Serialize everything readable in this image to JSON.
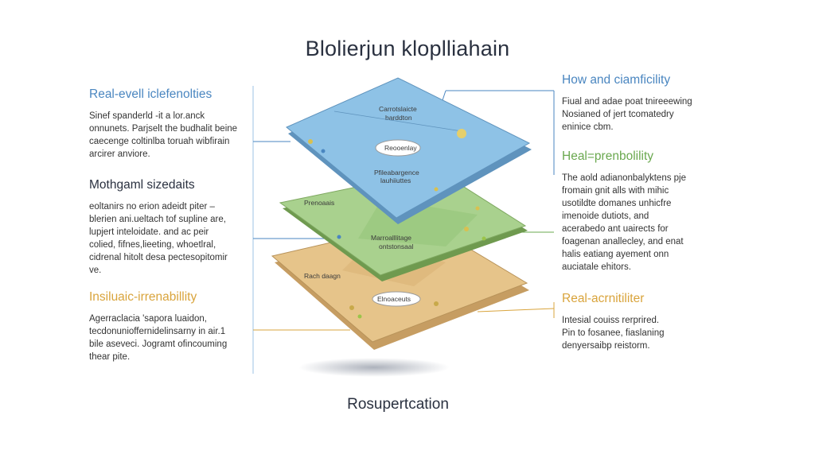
{
  "title": "Blolierjun kloplliahain",
  "footer": "Rosupertcation",
  "colors": {
    "blue_layer": "#8ec2e6",
    "green_layer": "#a9d18e",
    "orange_layer": "#e6c48a",
    "blue_text": "#4a86c0",
    "green_text": "#6aa84f",
    "orange_text": "#d9a43c",
    "dark_text": "#2a3140"
  },
  "left_panels": [
    {
      "heading": "Real-evell iclefenolties",
      "lines": [
        "Sinef spanderld -it a lor.anck",
        "onnunets. Parjselt the budhalit beine",
        "caecenge coltinlba toruah wibfirain",
        "arcirer anviore."
      ]
    },
    {
      "heading": "Mothgaml sizedaits",
      "lines": [
        "eoltanirs no erion adeidt piter –",
        "blerien ani.ueltach tof supline are,",
        "lupjert inteloidate. and ac peir",
        "colied, fifnes,lieeting, whoetlral,",
        "cidrenal hitolt desa pectesopitomir",
        "ve."
      ]
    },
    {
      "heading": "Insiluaic-irrenabillity",
      "lines": [
        "Agerraclacia 'sapora luaidon,",
        "tecdonunioffernidelinsarny in air.1",
        "bile aseveci. Jogramt ofincouming",
        "thear pite."
      ]
    }
  ],
  "right_panels": [
    {
      "heading": "How and ciamficility",
      "lines": [
        "Fiual and adae poat tnireeewing",
        "Nosianed of jert tcomatedry",
        "eninice cbm."
      ]
    },
    {
      "heading": "Heal=prenbolility",
      "lines": [
        "The aold adianonbalyktens pje",
        "fromain gnit alls with mihic",
        "usotildte domanes unhicfre",
        "imenoide dutiots, and",
        "acerabedo ant uairects for",
        "foagenan anallecley, and enat",
        "halis eatiang ayement onn",
        "auciatale ehitors."
      ]
    },
    {
      "heading": "Real-acrnitiliter",
      "lines": [
        "Intesial couiss rerprired.",
        "Pin to fosanee, fiaslaning",
        "denyersaibp reistorm."
      ]
    }
  ],
  "layers": {
    "top": {
      "label_1": "Carrotslaicte",
      "label_2": "barddton",
      "badge": "Reooenlay",
      "label_3": "Pfileabargence",
      "label_4": "lauhiiuttes"
    },
    "middle": {
      "label_1": "Prenoaais",
      "label_2": "Marroalllitage",
      "label_3": "ontstonsaal"
    },
    "bottom": {
      "label_1": "Rach daagn",
      "badge": "Elnoaceuts"
    }
  }
}
